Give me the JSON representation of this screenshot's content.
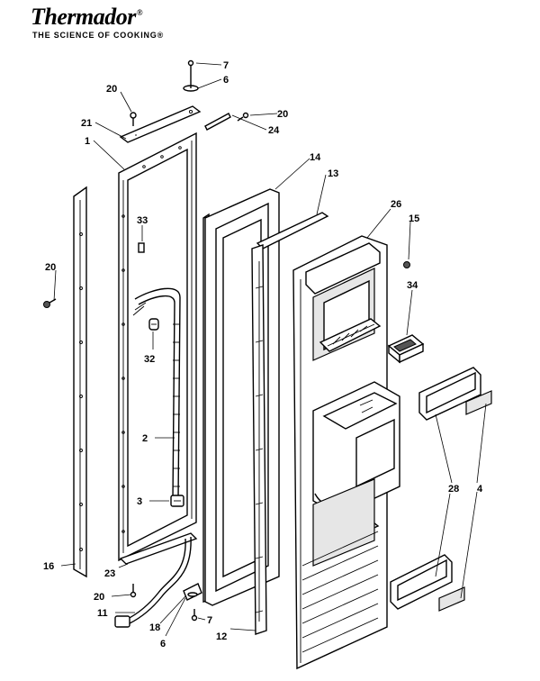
{
  "header": {
    "brand": "Thermador",
    "registered_mark": "®",
    "tagline": "THE SCIENCE OF COOKING®"
  },
  "callouts": {
    "c7_top": "7",
    "c6_top": "6",
    "c20_left_top": "20",
    "c20_top_right": "20",
    "c21": "21",
    "c24": "24",
    "c1": "1",
    "c14": "14",
    "c13": "13",
    "c26": "26",
    "c15": "15",
    "c33": "33",
    "c20_left": "20",
    "c34": "34",
    "c32": "32",
    "c2": "2",
    "c28": "28",
    "c4": "4",
    "c3": "3",
    "c16": "16",
    "c23": "23",
    "c20_bottom": "20",
    "c11": "11",
    "c18": "18",
    "c7_bottom": "7",
    "c6_bottom": "6",
    "c12": "12"
  },
  "colors": {
    "line": "#000000",
    "background": "#ffffff",
    "shade": "#e6e6e6"
  }
}
